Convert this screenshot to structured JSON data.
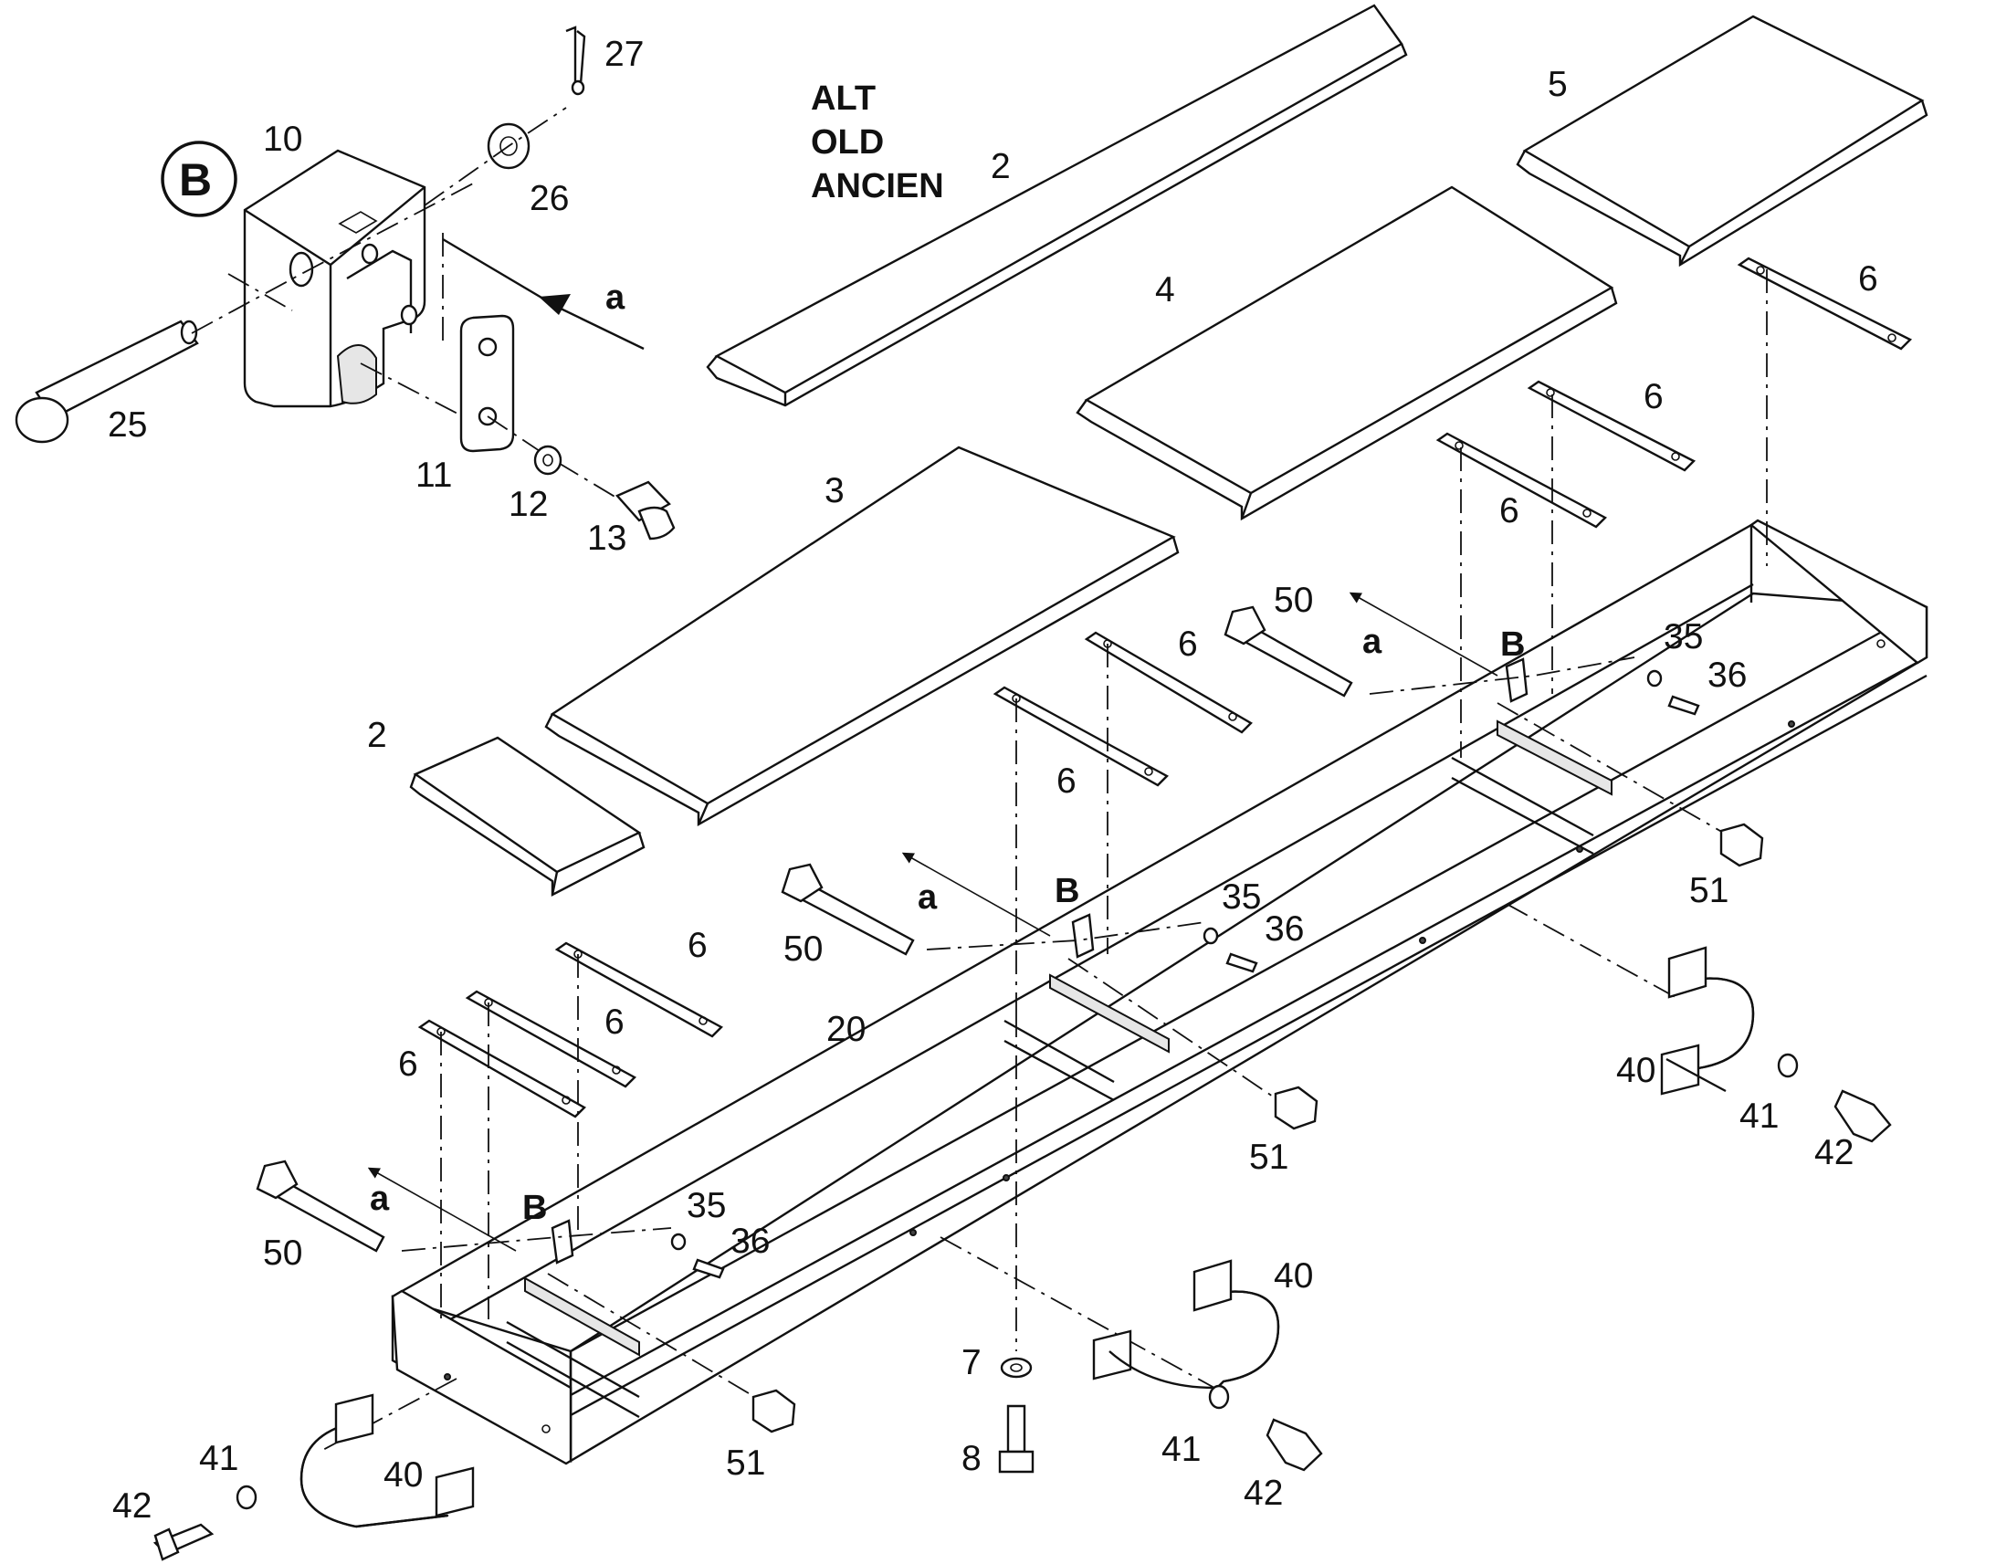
{
  "callouts": [
    {
      "id": "c27",
      "text": "27"
    },
    {
      "id": "c10",
      "text": "10"
    },
    {
      "id": "cB-badge",
      "text": "B"
    },
    {
      "id": "c26",
      "text": "26"
    },
    {
      "id": "c25",
      "text": "25"
    },
    {
      "id": "c11",
      "text": "11"
    },
    {
      "id": "c12",
      "text": "12"
    },
    {
      "id": "c13",
      "text": "13"
    },
    {
      "id": "c-alt",
      "text": "ALT"
    },
    {
      "id": "c-old",
      "text": "OLD"
    },
    {
      "id": "c-ancien",
      "text": "ANCIEN"
    },
    {
      "id": "c2-top",
      "text": "2"
    },
    {
      "id": "c5",
      "text": "5"
    },
    {
      "id": "c4",
      "text": "4"
    },
    {
      "id": "c6-a",
      "text": "6"
    },
    {
      "id": "c6-b",
      "text": "6"
    },
    {
      "id": "c6-c",
      "text": "6"
    },
    {
      "id": "c3",
      "text": "3"
    },
    {
      "id": "c2-left",
      "text": "2"
    },
    {
      "id": "c50-a",
      "text": "50"
    },
    {
      "id": "ca-1",
      "text": "a"
    },
    {
      "id": "cB-1",
      "text": "B"
    },
    {
      "id": "c35-a",
      "text": "35"
    },
    {
      "id": "c36-a",
      "text": "36"
    },
    {
      "id": "c6-d",
      "text": "6"
    },
    {
      "id": "c6-e",
      "text": "6"
    },
    {
      "id": "c51-a",
      "text": "51"
    },
    {
      "id": "c50-b",
      "text": "50"
    },
    {
      "id": "ca-2",
      "text": "a"
    },
    {
      "id": "cB-2",
      "text": "B"
    },
    {
      "id": "c35-b",
      "text": "35"
    },
    {
      "id": "c36-b",
      "text": "36"
    },
    {
      "id": "c6-f",
      "text": "6"
    },
    {
      "id": "c6-g",
      "text": "6"
    },
    {
      "id": "c6-h",
      "text": "6"
    },
    {
      "id": "c20",
      "text": "20"
    },
    {
      "id": "c40-a",
      "text": "40"
    },
    {
      "id": "c41-a",
      "text": "41"
    },
    {
      "id": "c42-a",
      "text": "42"
    },
    {
      "id": "c51-b",
      "text": "51"
    },
    {
      "id": "c50-c",
      "text": "50"
    },
    {
      "id": "ca-3",
      "text": "a"
    },
    {
      "id": "cB-3",
      "text": "B"
    },
    {
      "id": "c35-c",
      "text": "35"
    },
    {
      "id": "c36-c",
      "text": "36"
    },
    {
      "id": "c40-b",
      "text": "40"
    },
    {
      "id": "c7",
      "text": "7"
    },
    {
      "id": "c8",
      "text": "8"
    },
    {
      "id": "c41-b",
      "text": "41"
    },
    {
      "id": "c42-b",
      "text": "42"
    },
    {
      "id": "c51-c",
      "text": "51"
    },
    {
      "id": "c41-c",
      "text": "41"
    },
    {
      "id": "c42-c",
      "text": "42"
    },
    {
      "id": "c40-c",
      "text": "40"
    },
    {
      "id": "ca-top",
      "text": "a"
    }
  ]
}
